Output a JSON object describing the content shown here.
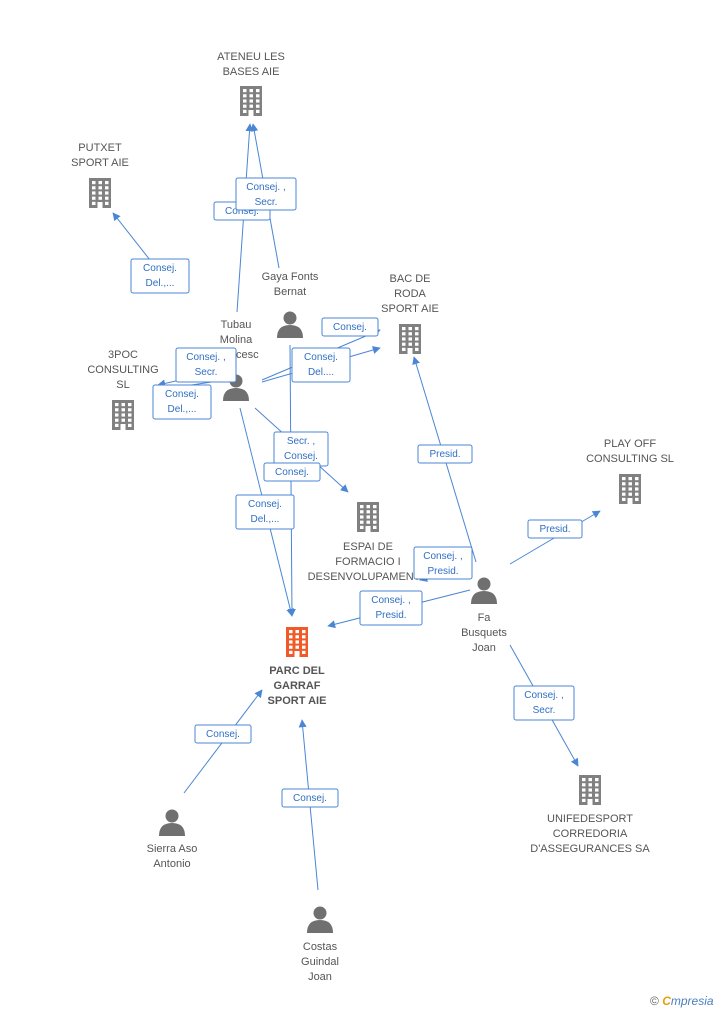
{
  "colors": {
    "company": "#808080",
    "main_company": "#f05a28",
    "person": "#707070",
    "edge": "#4a86d4",
    "label": "#555555"
  },
  "nodes": [
    {
      "id": "ateneu",
      "type": "company",
      "lines": [
        "ATENEU LES",
        "BASES AIE"
      ]
    },
    {
      "id": "putxet",
      "type": "company",
      "lines": [
        "PUTXET",
        "SPORT AIE"
      ]
    },
    {
      "id": "bac",
      "type": "company",
      "lines": [
        "BAC DE",
        "RODA",
        "SPORT AIE"
      ]
    },
    {
      "id": "poc3",
      "type": "company",
      "lines": [
        "3POC",
        "CONSULTING",
        "SL"
      ]
    },
    {
      "id": "playoff",
      "type": "company",
      "lines": [
        "PLAY OFF",
        "CONSULTING SL"
      ]
    },
    {
      "id": "espai",
      "type": "company",
      "lines": [
        "ESPAI DE",
        "FORMACIO I",
        "DESENVOLUPAMENT..."
      ]
    },
    {
      "id": "parc",
      "type": "main",
      "lines": [
        "PARC DEL",
        "GARRAF",
        "SPORT AIE"
      ]
    },
    {
      "id": "unifed",
      "type": "company",
      "lines": [
        "UNIFEDESPORT",
        "CORREDORIA",
        "D'ASSEGURANCES SA"
      ]
    },
    {
      "id": "gaya",
      "type": "person",
      "lines": [
        "Gaya Fonts",
        "Bernat"
      ]
    },
    {
      "id": "tubau",
      "type": "person",
      "lines": [
        "Tubau",
        "Molina",
        "Francesc"
      ]
    },
    {
      "id": "fa",
      "type": "person",
      "lines": [
        "Fa",
        "Busquets",
        "Joan"
      ]
    },
    {
      "id": "sierra",
      "type": "person",
      "lines": [
        "Sierra Aso",
        "Antonio"
      ]
    },
    {
      "id": "costas",
      "type": "person",
      "lines": [
        "Costas",
        "Guindal",
        "Joan"
      ]
    }
  ],
  "edges": [
    {
      "from": "tubau",
      "to": "ateneu",
      "lines": [
        "Consej."
      ]
    },
    {
      "from": "gaya",
      "to": "ateneu",
      "lines": [
        "Consej. ,",
        "Secr."
      ]
    },
    {
      "from": "tubau",
      "to": "putxet",
      "lines": [
        "Consej.",
        "Del.,..."
      ]
    },
    {
      "from": "gaya",
      "to": "bac",
      "lines": [
        "Consej."
      ]
    },
    {
      "from": "tubau",
      "to": "bac",
      "lines": [
        "Consej.",
        "Del...."
      ]
    },
    {
      "from": "tubau",
      "to": "poc3",
      "lines": [
        "Consej. ,",
        "Secr."
      ]
    },
    {
      "from": "tubau",
      "to": "poc3",
      "lines": [
        "Consej.",
        "Del.,..."
      ]
    },
    {
      "from": "tubau",
      "to": "espai",
      "lines": [
        "Secr. ,",
        "Consej."
      ]
    },
    {
      "from": "gaya",
      "to": "parc",
      "lines": [
        "Consej."
      ]
    },
    {
      "from": "tubau",
      "to": "parc",
      "lines": [
        "Consej.",
        "Del.,..."
      ]
    },
    {
      "from": "fa",
      "to": "bac",
      "lines": [
        "Presid."
      ]
    },
    {
      "from": "fa",
      "to": "playoff",
      "lines": [
        "Presid."
      ]
    },
    {
      "from": "fa",
      "to": "espai",
      "lines": [
        "Consej. ,",
        "Presid."
      ]
    },
    {
      "from": "fa",
      "to": "parc",
      "lines": [
        "Consej. ,",
        "Presid."
      ]
    },
    {
      "from": "fa",
      "to": "unifed",
      "lines": [
        "Consej. ,",
        "Secr."
      ]
    },
    {
      "from": "sierra",
      "to": "parc",
      "lines": [
        "Consej."
      ]
    },
    {
      "from": "costas",
      "to": "parc",
      "lines": [
        "Consej."
      ]
    }
  ],
  "brand": {
    "copyright": "©",
    "initial": "C",
    "rest": "mpresia"
  }
}
